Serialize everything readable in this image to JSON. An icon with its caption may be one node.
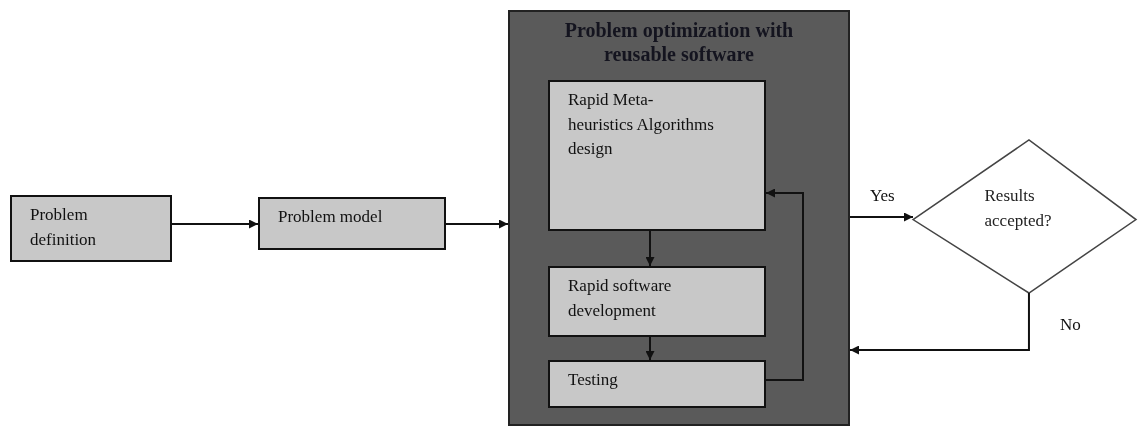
{
  "diagram": {
    "nodes": [
      {
        "text": [
          "Problem definition"
        ]
      },
      {
        "text": [
          "Problem model"
        ]
      },
      {
        "text": [
          "Problem optimization with reusable software"
        ]
      },
      {
        "text": [
          "Rapid Meta-heuristics Algorithms design"
        ],
        "in": 2
      },
      {
        "text": [
          "Rapid software development"
        ],
        "in": 2
      },
      {
        "text": [
          "Testing"
        ],
        "in": 2
      },
      {
        "text": [
          "Results accepted?"
        ]
      }
    ],
    "edges": [
      {
        "from": 0,
        "to": 1,
        "arrow": "to"
      },
      {
        "from": 1,
        "to": 2,
        "arrow": "to"
      },
      {
        "from": 3,
        "to": 4,
        "arrow": "to"
      },
      {
        "from": 4,
        "to": 5,
        "arrow": "to"
      },
      {
        "from": 5,
        "to": 3,
        "arrow": "to"
      },
      {
        "from": 2,
        "to": 6,
        "arrow": "to",
        "label": "Yes"
      },
      {
        "from": 6,
        "to": 2,
        "arrow": "to",
        "label": "No"
      }
    ]
  }
}
